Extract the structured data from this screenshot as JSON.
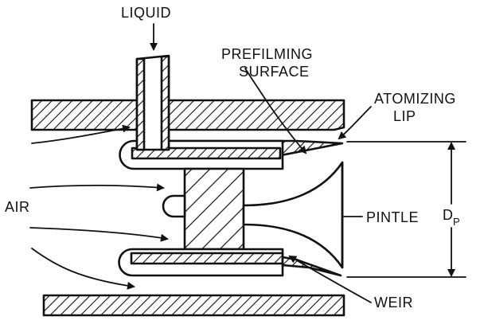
{
  "labels": {
    "liquid": "LIQUID",
    "prefilming_line1": "PREFILMING",
    "prefilming_line2": "SURFACE",
    "atomizing_line1": "ATOMIZING",
    "atomizing_line2": "LIP",
    "air": "AIR",
    "pintle": "PINTLE",
    "weir": "WEIR",
    "dp_main": "D",
    "dp_sub": "P"
  },
  "colors": {
    "ink": "#111111",
    "background": "#ffffff"
  }
}
